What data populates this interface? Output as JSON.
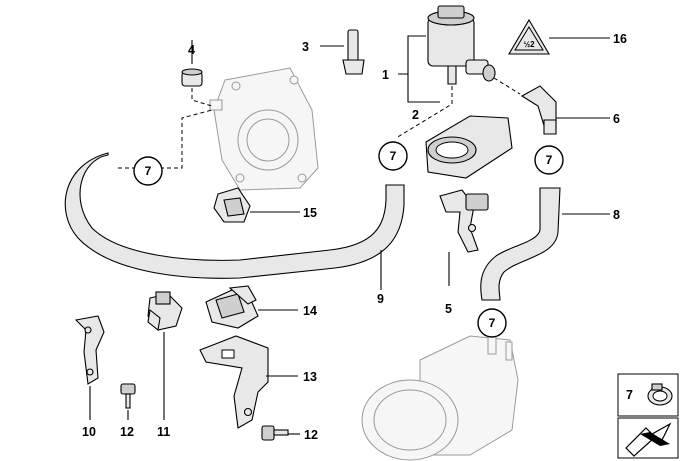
{
  "callouts": {
    "n1": "1",
    "n2": "2",
    "n3": "3",
    "n4": "4",
    "n5": "5",
    "n6": "6",
    "n7": "7",
    "n8": "8",
    "n9": "9",
    "n10": "10",
    "n11": "11",
    "n12": "12",
    "n13": "13",
    "n14": "14",
    "n15": "15",
    "n16": "16"
  },
  "hazard_symbol_text": "½2",
  "legend": {
    "clamp_ref": "7"
  }
}
